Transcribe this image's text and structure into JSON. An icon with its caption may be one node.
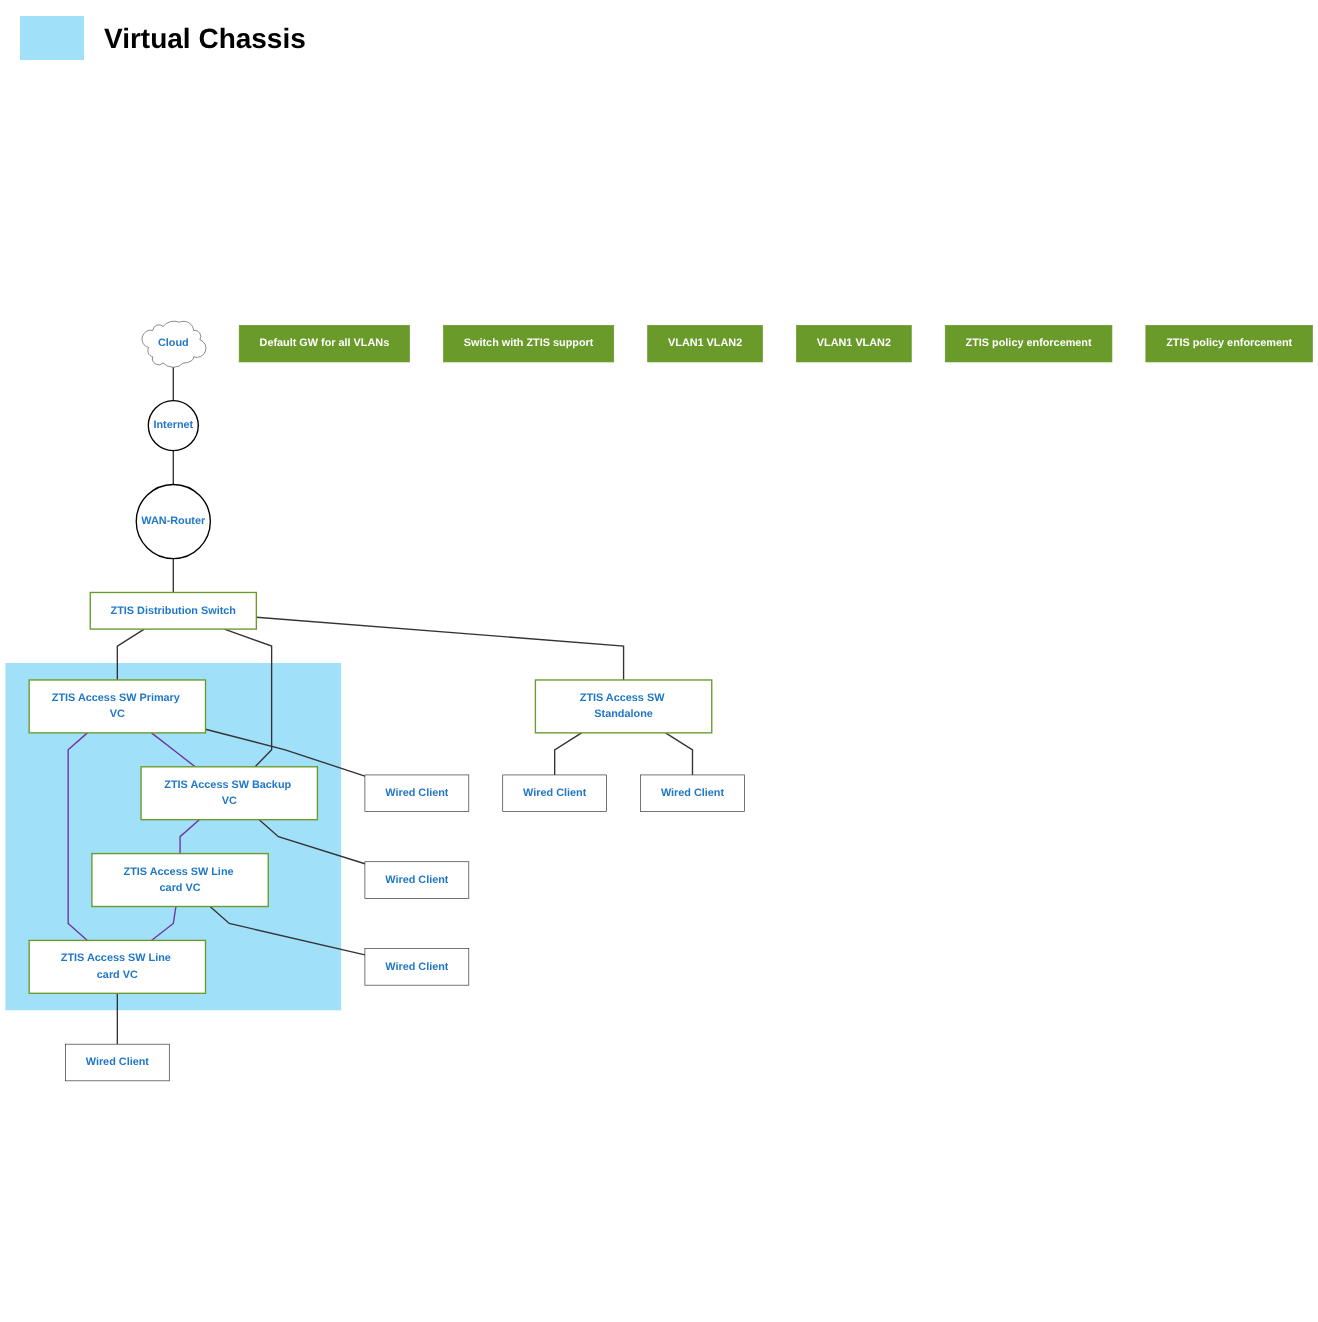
{
  "diagram": {
    "nodes": [
      {
        "text": [
          "Cloud"
        ]
      },
      {
        "text": [
          "Internet"
        ]
      },
      {
        "text": [
          "WAN-Router"
        ]
      },
      {
        "text": [
          "Default GW for all VLANs"
        ]
      },
      {
        "text": [
          "ZTIS Distribution Switch"
        ]
      },
      {
        "text": [
          "Switch with ZTIS support"
        ]
      },
      {
        "text": [
          "VLAN1 VLAN2"
        ]
      },
      {
        "text": [
          "VLAN1 VLAN2"
        ]
      },
      {
        "text": [],
        "shape": "box"
      },
      {
        "text": [
          "ZTIS Access SW Primary VC"
        ],
        "in": 8
      },
      {
        "text": [
          "ZTIS Access SW Backup VC"
        ],
        "in": 8
      },
      {
        "text": [
          "ZTIS Access SW Line card VC"
        ],
        "in": 8
      },
      {
        "text": [
          "ZTIS Access SW Line card VC"
        ],
        "in": 8
      },
      {
        "text": [
          "ZTIS policy enforcement"
        ]
      },
      {
        "text": [
          "ZTIS Access SW Standalone"
        ]
      },
      {
        "text": [
          "ZTIS policy enforcement"
        ]
      },
      {
        "text": [
          "Wired Client"
        ]
      },
      {
        "text": [
          "Wired Client"
        ]
      },
      {
        "text": [
          "Wired Client"
        ]
      },
      {
        "text": [
          "Wired Client"
        ]
      },
      {
        "text": [
          "Wired Client"
        ]
      },
      {
        "text": [
          "Wired Client"
        ]
      }
    ],
    "edges": [
      {
        "from": 0,
        "to": 1,
        "arrow": "none"
      },
      {
        "from": 1,
        "to": 2,
        "arrow": "none"
      },
      {
        "from": 2,
        "to": 4,
        "arrow": "none"
      },
      {
        "from": 4,
        "to": 9,
        "arrow": "none"
      },
      {
        "from": 4,
        "to": 10,
        "arrow": "none"
      },
      {
        "from": 4,
        "to": 14,
        "arrow": "none"
      },
      {
        "from": 9,
        "to": 10,
        "arrow": "none",
        "color": "#7030a0"
      },
      {
        "from": 10,
        "to": 11,
        "arrow": "none",
        "color": "#7030a0"
      },
      {
        "from": 11,
        "to": 12,
        "arrow": "none",
        "color": "#7030a0"
      },
      {
        "from": 9,
        "to": 12,
        "arrow": "none",
        "color": "#7030a0"
      },
      {
        "from": 9,
        "to": 16,
        "arrow": "none"
      },
      {
        "from": 10,
        "to": 17,
        "arrow": "none"
      },
      {
        "from": 11,
        "to": 18,
        "arrow": "none"
      },
      {
        "from": 12,
        "to": 19,
        "arrow": "none"
      },
      {
        "from": 14,
        "to": 20,
        "arrow": "none"
      },
      {
        "from": 14,
        "to": 21,
        "arrow": "none"
      }
    ],
    "legend": [
      {
        "text": "Virtual Chassis",
        "color": "#a0e0f8"
      }
    ]
  }
}
